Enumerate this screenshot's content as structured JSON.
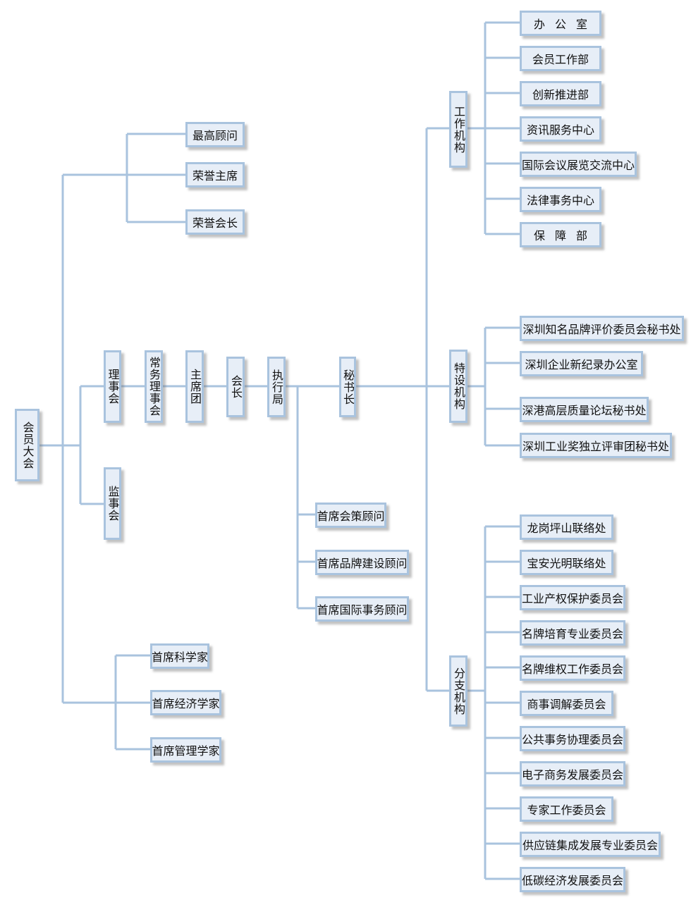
{
  "nodes": {
    "huiyuan_dahui": "会员大会",
    "zuigao_guwen": "最高顾问",
    "rongyu_zhuxi": "荣誉主席",
    "rongyu_huizhang": "荣誉会长",
    "lishihui": "理事会",
    "changwu_lishihui": "常务理事会",
    "zhuxituan": "主席团",
    "huizhang": "会长",
    "zhixingju": "执行局",
    "mishuzhang": "秘书长",
    "jianshihui": "监事会",
    "shouxi_huice_guwen": "首席会策顾问",
    "shouxi_pinpai_guwen": "首席品牌建设顾问",
    "shouxi_guoji_guwen": "首席国际事务顾问",
    "shouxi_kexuejia": "首席科学家",
    "shouxi_jingjixuejia": "首席经济学家",
    "shouxi_guanlixuejia": "首席管理学家",
    "gongzuo_jigou": "工作机构",
    "teshe_jigou": "特设机构",
    "fenzhi_jigou": "分支机构"
  },
  "work_units": [
    "办公室",
    "会员工作部",
    "创新推进部",
    "资讯服务中心",
    "国际会议展览交流中心",
    "法律事务中心",
    "保障部"
  ],
  "special_units": [
    "深圳知名品牌评价委员会秘书处",
    "深圳企业新纪录办公室",
    "深港高层质量论坛秘书处",
    "深圳工业奖独立评审团秘书处"
  ],
  "branch_units": [
    "龙岗坪山联络处",
    "宝安光明联络处",
    "工业产权保护委员会",
    "名牌培育专业委员会",
    "名牌维权工作委员会",
    "商事调解委员会",
    "公共事务协理委员会",
    "电子商务发展委员会",
    "专家工作委员会",
    "供应链集成发展专业委员会",
    "低碳经济发展委员会"
  ]
}
